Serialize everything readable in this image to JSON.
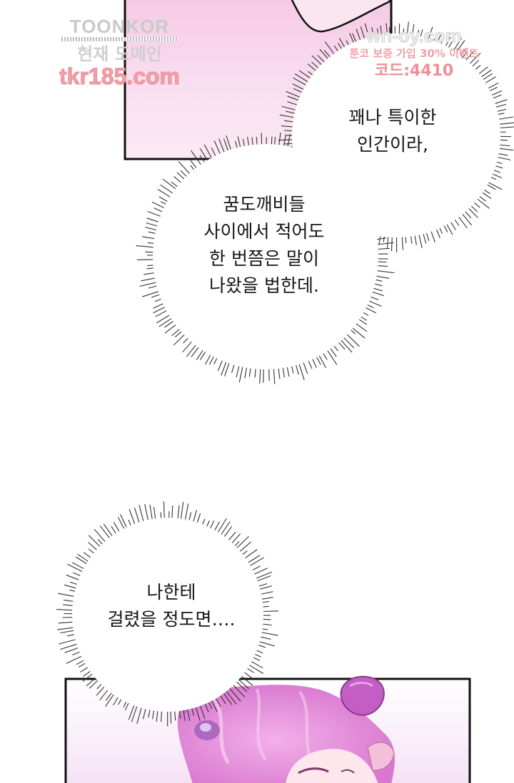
{
  "watermark_left": {
    "brand": "TOONKOR",
    "line2": "현재 도메인",
    "line3": "tkr185.com"
  },
  "watermark_right": {
    "line1": "wn-oy.com",
    "line2": "툰코 보증 가입 30% 이벤트",
    "line3": "코드:4410"
  },
  "bubbles": [
    {
      "lines": [
        "꽤나 특이한",
        "인간이라,"
      ]
    },
    {
      "lines": [
        "꿈도깨비들",
        "사이에서 적어도",
        "한 번쯤은 말이",
        "나왔을 법한데."
      ]
    },
    {
      "lines": [
        "나한테",
        "걸렸을 정도면…."
      ]
    }
  ],
  "colors": {
    "panel_pink": "#f7cde6",
    "panel_border": "#111111",
    "hair_pink": "#e48ad8",
    "watermark_pink": "#ef8e99"
  }
}
